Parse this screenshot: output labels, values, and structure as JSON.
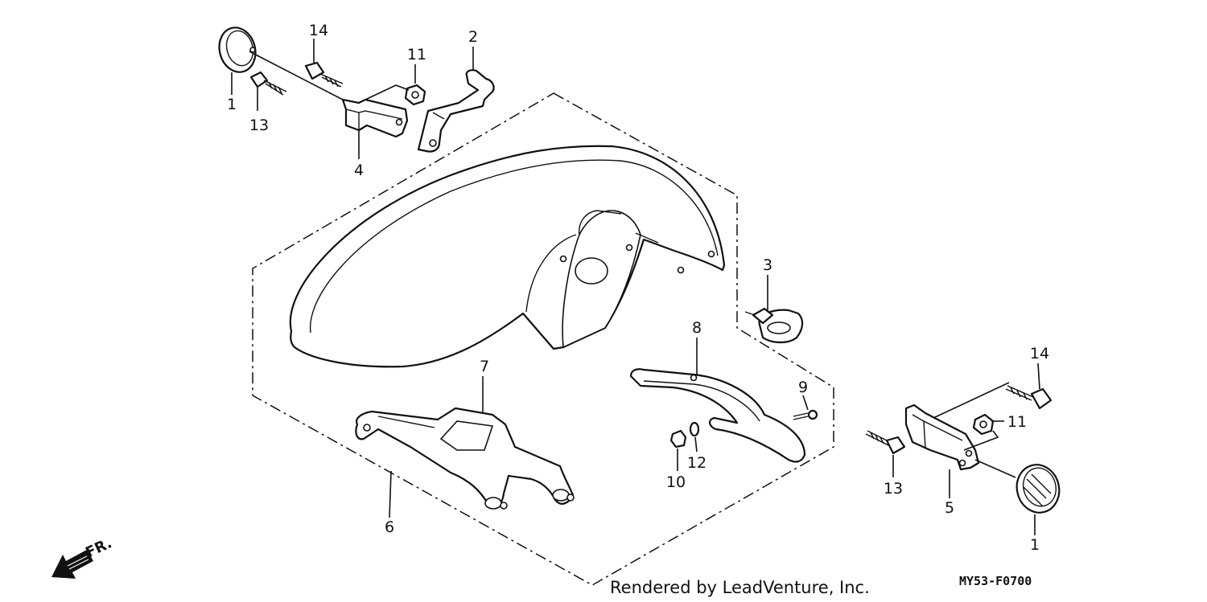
{
  "callouts": {
    "c1a": "1",
    "c1b": "1",
    "c2": "2",
    "c3": "3",
    "c4": "4",
    "c5": "5",
    "c6": "6",
    "c7": "7",
    "c8": "8",
    "c9": "9",
    "c10": "10",
    "c11a": "11",
    "c11b": "11",
    "c12": "12",
    "c13a": "13",
    "c13b": "13",
    "c14a": "14",
    "c14b": "14"
  },
  "footer": {
    "credit": "Rendered by LeadVenture, Inc.",
    "diagram_code": "MY53-F0700"
  },
  "direction_label": "FR.",
  "colors": {
    "line": "#111111",
    "background": "#ffffff"
  }
}
